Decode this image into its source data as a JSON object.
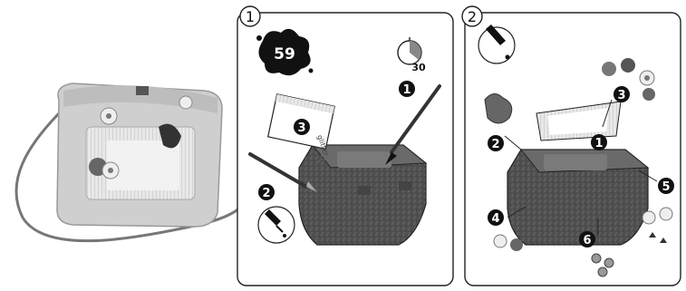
{
  "panels": [
    {
      "number": "1",
      "dry_time_label": "59",
      "timer_label": "30",
      "steps": [
        "1",
        "2",
        "3"
      ],
      "glitter_label": "glitter"
    },
    {
      "number": "2",
      "steps": [
        "1",
        "2",
        "3",
        "4",
        "5",
        "6"
      ]
    }
  ],
  "colors": {
    "ink": "#111111",
    "carton": "#5a5a5a",
    "paper": "#ffffff"
  },
  "icons": [
    "paint-brush-icon",
    "glue-bottle-icon",
    "timer-icon",
    "paint-splat-icon",
    "glitter-pack-icon",
    "flower-icon",
    "leaf-icon",
    "bead-icon"
  ]
}
